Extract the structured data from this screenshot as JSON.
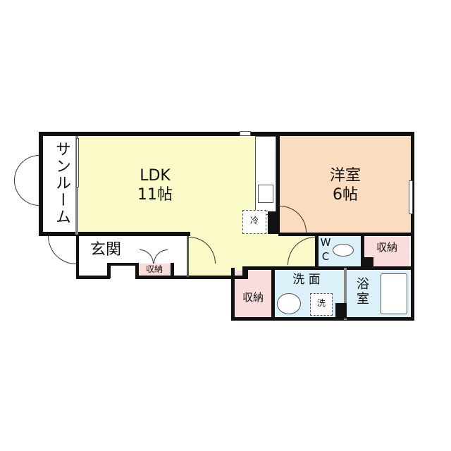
{
  "colors": {
    "ldk": "#fafac8",
    "western": "#fadcbe",
    "storage": "#fadcdc",
    "wet": "#dcf0fa",
    "wall": "#111111"
  },
  "rooms": {
    "sunroom": "サンルーム",
    "ldk": {
      "name": "LDK",
      "size": "11帖"
    },
    "western": {
      "name": "洋室",
      "size": "6帖"
    },
    "entrance": "玄関",
    "storage_entrance": "収納",
    "storage_hall": "収納",
    "storage_wc": "収納",
    "wc": {
      "w": "W",
      "c": "C"
    },
    "washroom": "洗 面",
    "bath": "浴\n室",
    "fridge": "冷",
    "washer": "洗"
  }
}
